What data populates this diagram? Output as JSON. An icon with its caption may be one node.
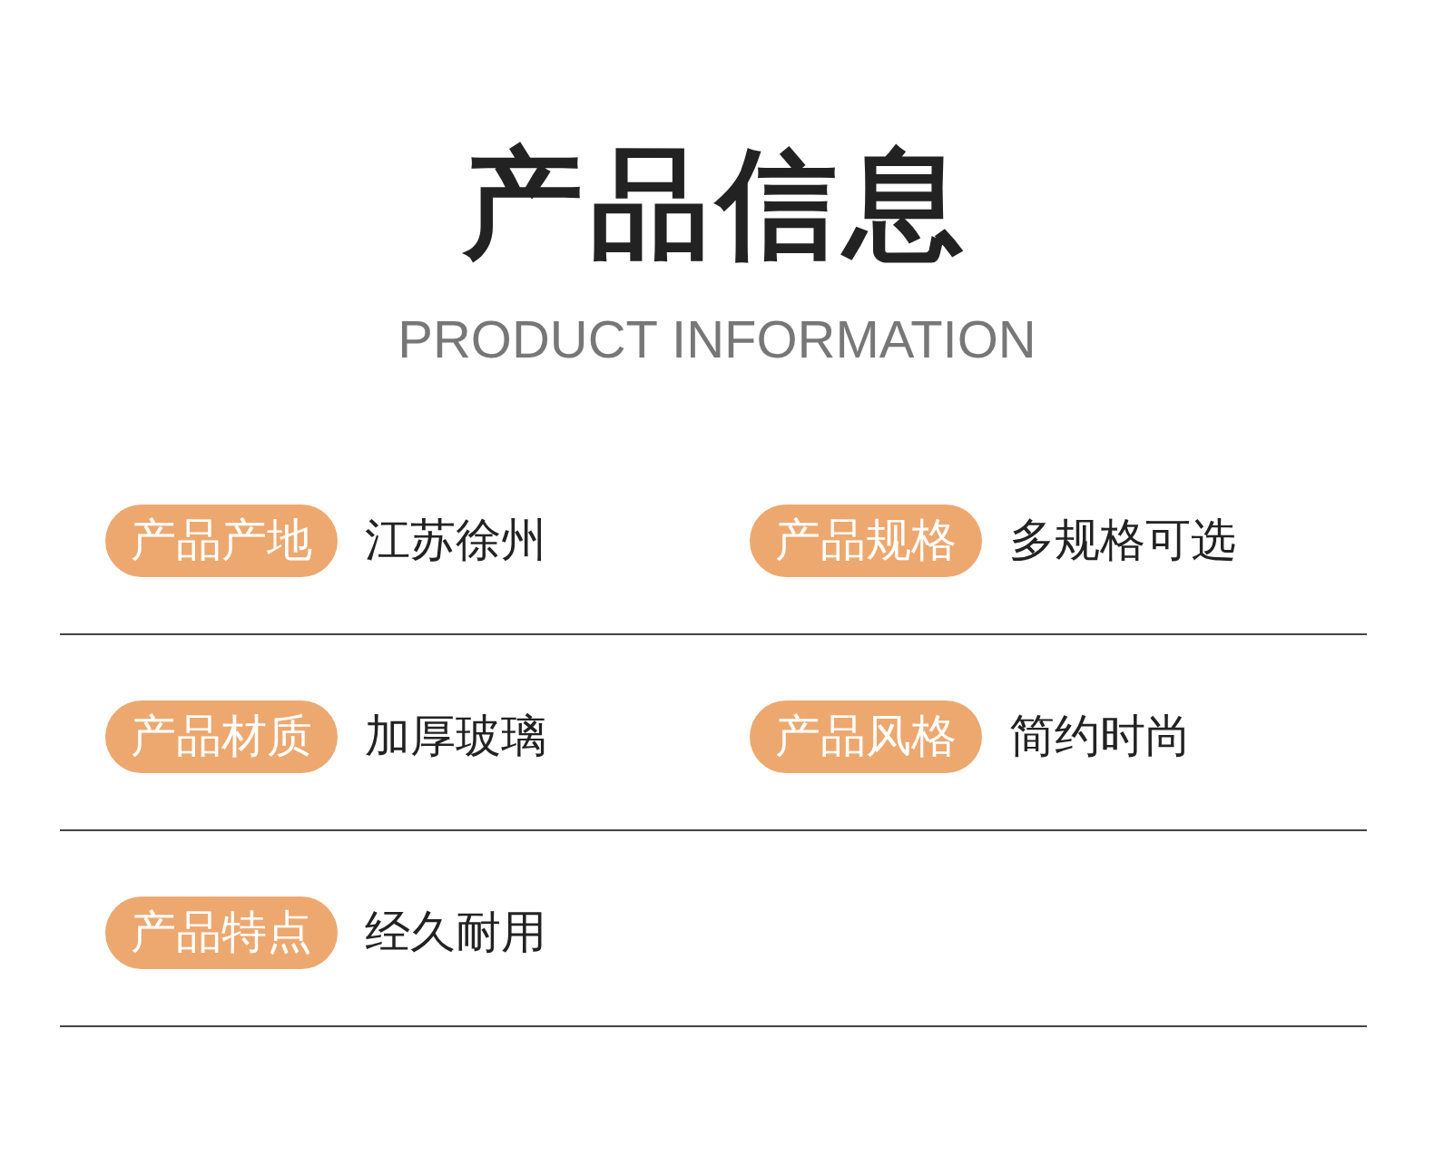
{
  "diagram": {
    "title": "产品信息",
    "labels": [
      "PRODUCT INFORMATION"
    ],
    "nodes": [
      {
        "text": [
          "产品产地"
        ],
        "beside": [
          "江苏徐州"
        ]
      },
      {
        "text": [
          "产品规格"
        ],
        "beside": [
          "多规格可选"
        ]
      },
      {
        "text": [
          "产品材质"
        ],
        "beside": [
          "加厚玻璃"
        ]
      },
      {
        "text": [
          "产品风格"
        ],
        "beside": [
          "简约时尚"
        ]
      },
      {
        "text": [
          "产品特点"
        ],
        "beside": [
          "经久耐用"
        ]
      }
    ]
  }
}
